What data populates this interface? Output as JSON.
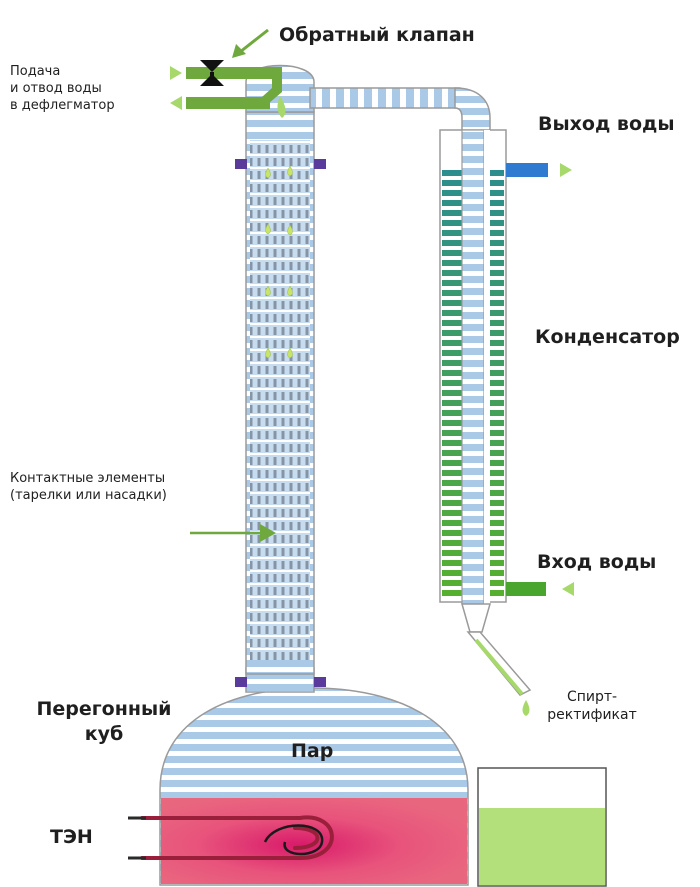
{
  "labels": {
    "check_valve": "Обратный клапан",
    "water_supply": "Подача\nи отвод воды\nв дефлегматор",
    "water_out": "Выход воды",
    "condenser": "Конденсатор",
    "contact_elements": "Контактные элементы\n(тарелки или насадки)",
    "water_in": "Вход воды",
    "distillate": "Спирт-\nректификат",
    "still": "Перегонный\nкуб",
    "steam": "Пар",
    "heater": "ТЭН"
  },
  "colors": {
    "pipe_blue": "#a9c9e6",
    "stripe_white": "#ffffff",
    "pipe_outline": "#9a9a9a",
    "arrow_green": "#6fa83c",
    "arrow_light_green": "#a6d96a",
    "liquid_green": "#a6d96a",
    "condenser_teal": "#2b8e8e",
    "condenser_green": "#4aa52e",
    "heater_red": "#e25577",
    "heater_coil": "#9a1f3a",
    "flange_purple": "#5a3a9a",
    "outlet_blue": "#2e7bd1",
    "valve_black": "#111111",
    "packing_dark": "#6f7d8c"
  }
}
